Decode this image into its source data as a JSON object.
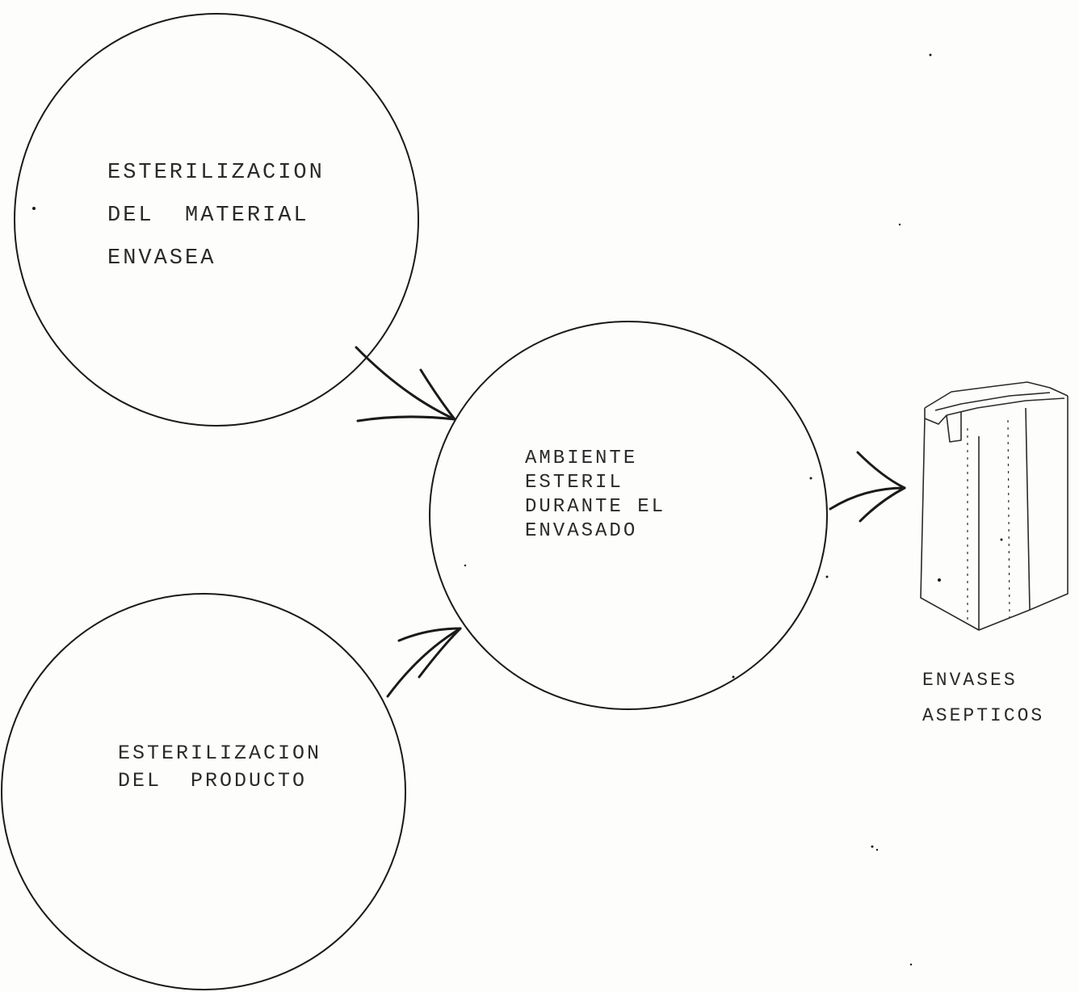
{
  "nodes": {
    "material_sterilization": {
      "lines": [
        "ESTERILIZACION",
        "DEL  MATERIAL",
        "ENVASEA"
      ]
    },
    "sterile_environment": {
      "lines": [
        "AMBIENTE",
        "ESTERIL",
        "DURANTE EL",
        "ENVASADO"
      ]
    },
    "product_sterilization": {
      "lines": [
        "ESTERILIZACION",
        "DEL  PRODUCTO"
      ]
    },
    "aseptic_packages": {
      "lines": [
        "ENVASES",
        "ASEPTICOS"
      ],
      "icon": "carton-package-icon"
    }
  },
  "colors": {
    "ink": "#1a1a1a",
    "paper": "#fdfdfb"
  }
}
